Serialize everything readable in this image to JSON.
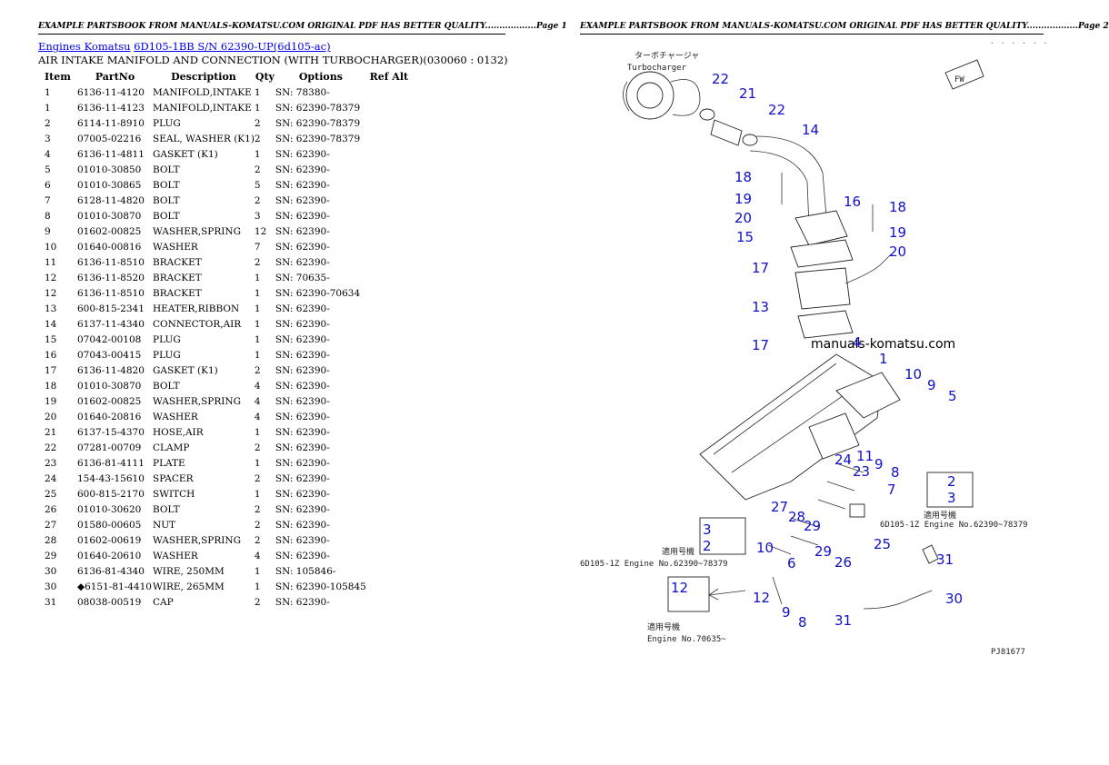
{
  "header": {
    "left": "EXAMPLE PARTSBOOK FROM MANUALS-KOMATSU.COM ORIGINAL PDF HAS BETTER QUALITY..................Page 1",
    "right": "EXAMPLE PARTSBOOK FROM MANUALS-KOMATSU.COM ORIGINAL PDF HAS BETTER QUALITY..................Page 2"
  },
  "breadcrumb": {
    "link1": "Engines Komatsu",
    "link2": "6D105-1BB S/N 62390-UP(6d105-ac)"
  },
  "section_title": "AIR INTAKE MANIFOLD AND CONNECTION (WITH TURBOCHARGER)(030060 : 0132)",
  "table": {
    "columns": [
      "Item",
      "PartNo",
      "Description",
      "Qty",
      "Options",
      "Ref Alt"
    ],
    "rows": [
      [
        "1",
        "6136-11-4120",
        "MANIFOLD,INTAKE",
        "1",
        "SN: 78380-",
        ""
      ],
      [
        "1",
        "6136-11-4123",
        "MANIFOLD,INTAKE",
        "1",
        "SN: 62390-78379",
        ""
      ],
      [
        "2",
        "6114-11-8910",
        "PLUG",
        "2",
        "SN: 62390-78379",
        ""
      ],
      [
        "3",
        "07005-02216",
        "SEAL, WASHER (K1)",
        "2",
        "SN: 62390-78379",
        ""
      ],
      [
        "4",
        "6136-11-4811",
        "GASKET (K1)",
        "1",
        "SN: 62390-",
        ""
      ],
      [
        "5",
        "01010-30850",
        "BOLT",
        "2",
        "SN: 62390-",
        ""
      ],
      [
        "6",
        "01010-30865",
        "BOLT",
        "5",
        "SN: 62390-",
        ""
      ],
      [
        "7",
        "6128-11-4820",
        "BOLT",
        "2",
        "SN: 62390-",
        ""
      ],
      [
        "8",
        "01010-30870",
        "BOLT",
        "3",
        "SN: 62390-",
        ""
      ],
      [
        "9",
        "01602-00825",
        "WASHER,SPRING",
        "12",
        "SN: 62390-",
        ""
      ],
      [
        "10",
        "01640-00816",
        "WASHER",
        "7",
        "SN: 62390-",
        ""
      ],
      [
        "11",
        "6136-11-8510",
        "BRACKET",
        "2",
        "SN: 62390-",
        ""
      ],
      [
        "12",
        "6136-11-8520",
        "BRACKET",
        "1",
        "SN: 70635-",
        ""
      ],
      [
        "12",
        "6136-11-8510",
        "BRACKET",
        "1",
        "SN: 62390-70634",
        ""
      ],
      [
        "13",
        "600-815-2341",
        "HEATER,RIBBON",
        "1",
        "SN: 62390-",
        ""
      ],
      [
        "14",
        "6137-11-4340",
        "CONNECTOR,AIR",
        "1",
        "SN: 62390-",
        ""
      ],
      [
        "15",
        "07042-00108",
        "PLUG",
        "1",
        "SN: 62390-",
        ""
      ],
      [
        "16",
        "07043-00415",
        "PLUG",
        "1",
        "SN: 62390-",
        ""
      ],
      [
        "17",
        "6136-11-4820",
        "GASKET (K1)",
        "2",
        "SN: 62390-",
        ""
      ],
      [
        "18",
        "01010-30870",
        "BOLT",
        "4",
        "SN: 62390-",
        ""
      ],
      [
        "19",
        "01602-00825",
        "WASHER,SPRING",
        "4",
        "SN: 62390-",
        ""
      ],
      [
        "20",
        "01640-20816",
        "WASHER",
        "4",
        "SN: 62390-",
        ""
      ],
      [
        "21",
        "6137-15-4370",
        "HOSE,AIR",
        "1",
        "SN: 62390-",
        ""
      ],
      [
        "22",
        "07281-00709",
        "CLAMP",
        "2",
        "SN: 62390-",
        ""
      ],
      [
        "23",
        "6136-81-4111",
        "PLATE",
        "1",
        "SN: 62390-",
        ""
      ],
      [
        "24",
        "154-43-15610",
        "SPACER",
        "2",
        "SN: 62390-",
        ""
      ],
      [
        "25",
        "600-815-2170",
        "SWITCH",
        "1",
        "SN: 62390-",
        ""
      ],
      [
        "26",
        "01010-30620",
        "BOLT",
        "2",
        "SN: 62390-",
        ""
      ],
      [
        "27",
        "01580-00605",
        "NUT",
        "2",
        "SN: 62390-",
        ""
      ],
      [
        "28",
        "01602-00619",
        "WASHER,SPRING",
        "2",
        "SN: 62390-",
        ""
      ],
      [
        "29",
        "01640-20610",
        "WASHER",
        "4",
        "SN: 62390-",
        ""
      ],
      [
        "30",
        "6136-81-4340",
        "WIRE, 250MM",
        "1",
        "SN: 105846-",
        ""
      ],
      [
        "30",
        "◆6151-81-4410",
        "WIRE, 265MM",
        "1",
        "SN: 62390-105845",
        ""
      ],
      [
        "31",
        "08038-00519",
        "CAP",
        "2",
        "SN: 62390-",
        ""
      ]
    ]
  },
  "diagram": {
    "watermark": "manuals-komatsu.com",
    "turbo_jp": "ターボチャージャ",
    "turbo_label": "Turbocharger",
    "fw_label": "FW",
    "dots": ". . . . . .",
    "figure_code": "PJ81677",
    "apply_jp": "適用号機",
    "note_right": "6D105-1Z Engine No.62390~78379",
    "note_left": "6D105-1Z Engine No.62390~78379",
    "note_bottom": "Engine No.70635~",
    "callouts": [
      "22",
      "21",
      "22",
      "14",
      "18",
      "19",
      "20",
      "15",
      "16",
      "18",
      "19",
      "20",
      "17",
      "13",
      "17",
      "4",
      "1",
      "10",
      "9",
      "5",
      "24",
      "11",
      "9",
      "23",
      "8",
      "7",
      "2",
      "3",
      "27",
      "28",
      "29",
      "25",
      "3",
      "2",
      "10",
      "6",
      "29",
      "26",
      "31",
      "12",
      "9",
      "8",
      "31",
      "30",
      "12"
    ]
  }
}
